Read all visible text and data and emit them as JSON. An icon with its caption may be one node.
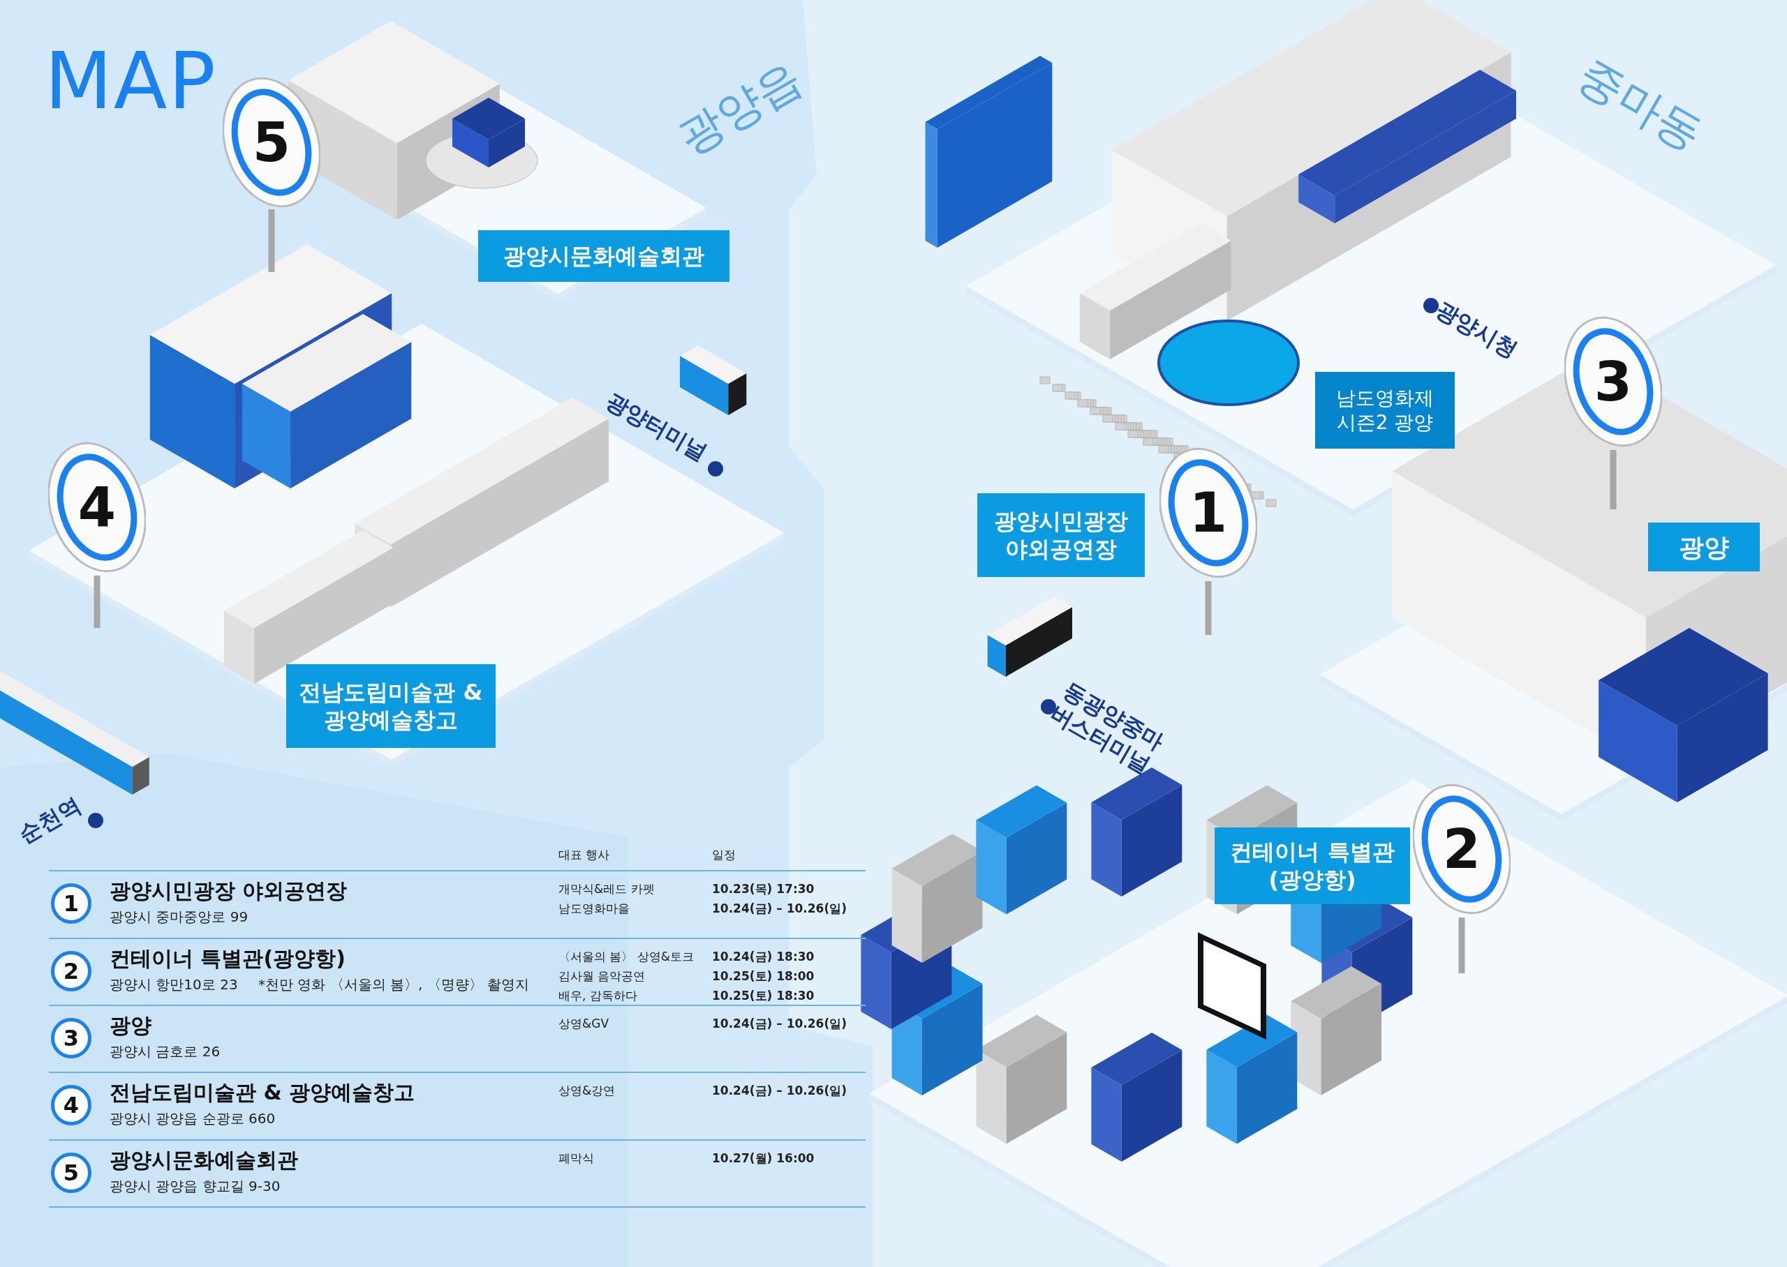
{
  "diagram": {
    "title": "MAP",
    "nodes": [
      {
        "text": [
          "5"
        ]
      },
      {
        "text": [
          "광양시문화예술회관"
        ]
      },
      {
        "text": [
          "4"
        ]
      },
      {
        "text": [
          "전남도립미술관 & 광양예술창고"
        ]
      },
      {
        "text": [
          "1"
        ]
      },
      {
        "text": [
          "광양시민광장 야외공연장"
        ]
      },
      {
        "text": [
          "남도영화제 시즌2 광양"
        ]
      },
      {
        "text": [
          "3"
        ]
      },
      {
        "text": [
          "광양"
        ]
      },
      {
        "text": [
          "2"
        ]
      },
      {
        "text": [
          "컨테이너 특별관 (광양항)"
        ]
      },
      {
        "text": [
          "1"
        ]
      },
      {
        "text": [
          "2"
        ]
      },
      {
        "text": [
          "3"
        ]
      },
      {
        "text": [
          "4"
        ]
      },
      {
        "text": [
          "5"
        ]
      }
    ],
    "labels": [
      "광양읍",
      "중마동",
      "광양터미널",
      "광양시청",
      "동광양중마 버스터미널",
      "순천역",
      "대표 행사",
      "일정",
      "광양시민광장 야외공연장",
      "광양시 중마중앙로 99",
      "개막식&레드 카펫",
      "10.23(목) 17:30",
      "남도영화마을",
      "10.24(금) – 10.26(일)",
      "컨테이너 특별관(광양항)",
      "광양시 항만10로 23",
      "*천만 영화 〈서울의 봄〉, 〈명량〉 촬영지",
      "〈서울의 봄〉 상영&토크",
      "10.24(금) 18:30",
      "김사월 음악공연",
      "10.25(토) 18:00",
      "배우, 감독하다",
      "10.25(토) 18:30",
      "광양",
      "광양시 금호로 26",
      "상영&GV",
      "10.24(금) – 10.26(일)",
      "전남도립미술관 & 광양예술창고",
      "광양시 광양읍 순광로 660",
      "상영&강연",
      "10.24(금) – 10.26(일)",
      "광양시문화예술회관",
      "광양시 광양읍 향교길 9-30",
      "폐막식",
      "10.27(월) 16:00"
    ]
  }
}
